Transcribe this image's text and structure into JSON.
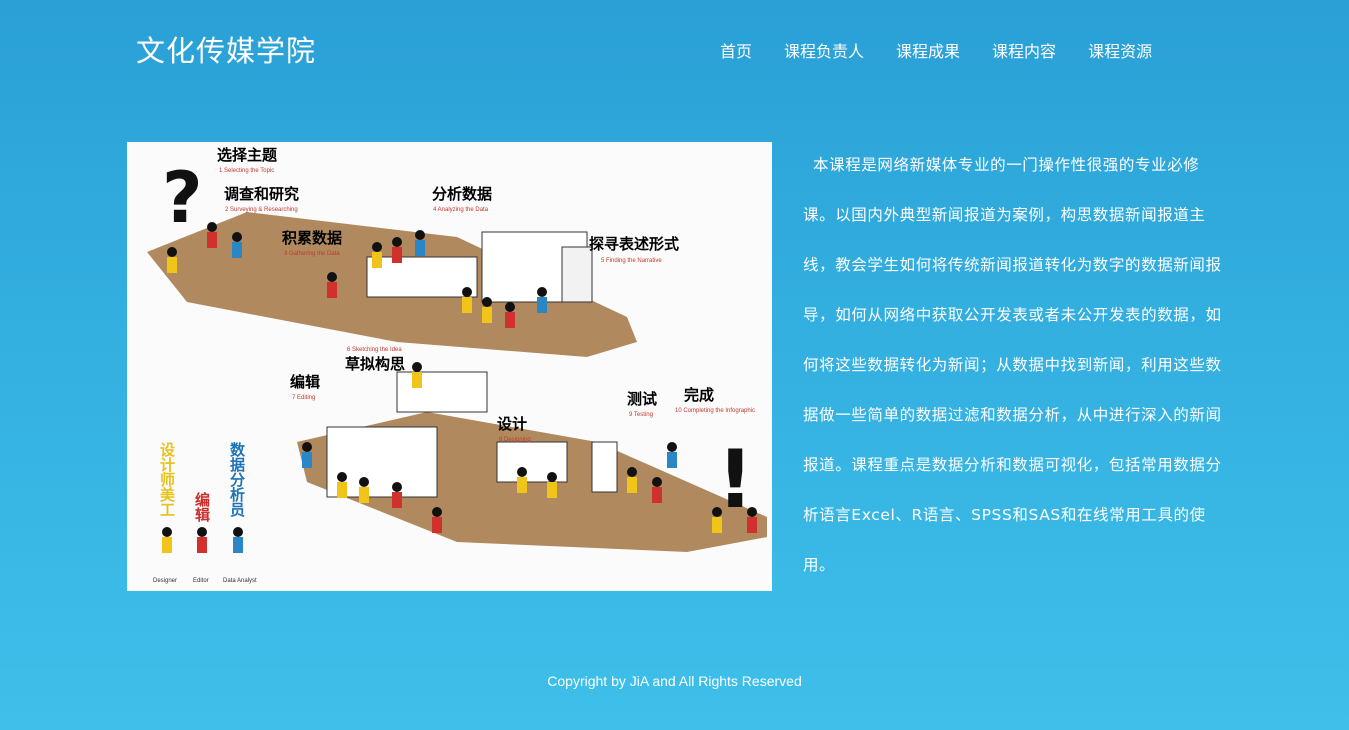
{
  "header": {
    "site_title": "文化传媒学院",
    "nav": [
      "首页",
      "课程负责人",
      "课程成果",
      "课程内容",
      "课程资源"
    ]
  },
  "hero": {
    "steps": [
      {
        "zh": "选择主题",
        "en": "1 Selecting the Topic"
      },
      {
        "zh": "调查和研究",
        "en": "2 Surveying & Researching"
      },
      {
        "zh": "积累数据",
        "en": "3 Gathering the Data"
      },
      {
        "zh": "分析数据",
        "en": "4 Analyzing the Data"
      },
      {
        "zh": "探寻表述形式",
        "en": "5 Finding the Narrative"
      },
      {
        "zh": "草拟构思",
        "en": "6 Sketching the Idea"
      },
      {
        "zh": "编辑",
        "en": "7 Editing"
      },
      {
        "zh": "设计",
        "en": "8 Designing"
      },
      {
        "zh": "测试",
        "en": "9 Testing"
      },
      {
        "zh": "完成",
        "en": "10 Completing the Infographic"
      }
    ],
    "legend": [
      {
        "zh": "设计师美工",
        "en": "Designer",
        "color": "#e8c21a"
      },
      {
        "zh": "编辑",
        "en": "Editor",
        "color": "#c9302c"
      },
      {
        "zh": "数据分析员",
        "en": "Data Analyst",
        "color": "#1e73b5"
      }
    ],
    "colors": {
      "floor": "#b08a5e",
      "yellow": "#f0c419",
      "red": "#d0312d",
      "blue": "#2b86c5"
    }
  },
  "intro_text": "本课程是网络新媒体专业的一门操作性很强的专业必修课。以国内外典型新闻报道为案例，构思数据新闻报道主线，教会学生如何将传统新闻报道转化为数字的数据新闻报导，如何从网络中获取公开发表或者未公开发表的数据，如何将这些数据转化为新闻；从数据中找到新闻，利用这些数据做一些简单的数据过滤和数据分析，从中进行深入的新闻报道。课程重点是数据分析和数据可视化，包括常用数据分析语言Excel、R语言、SPSS和SAS和在线常用工具的使用。",
  "footer": {
    "copyright": "Copyright by JiA and All Rights Reserved"
  }
}
